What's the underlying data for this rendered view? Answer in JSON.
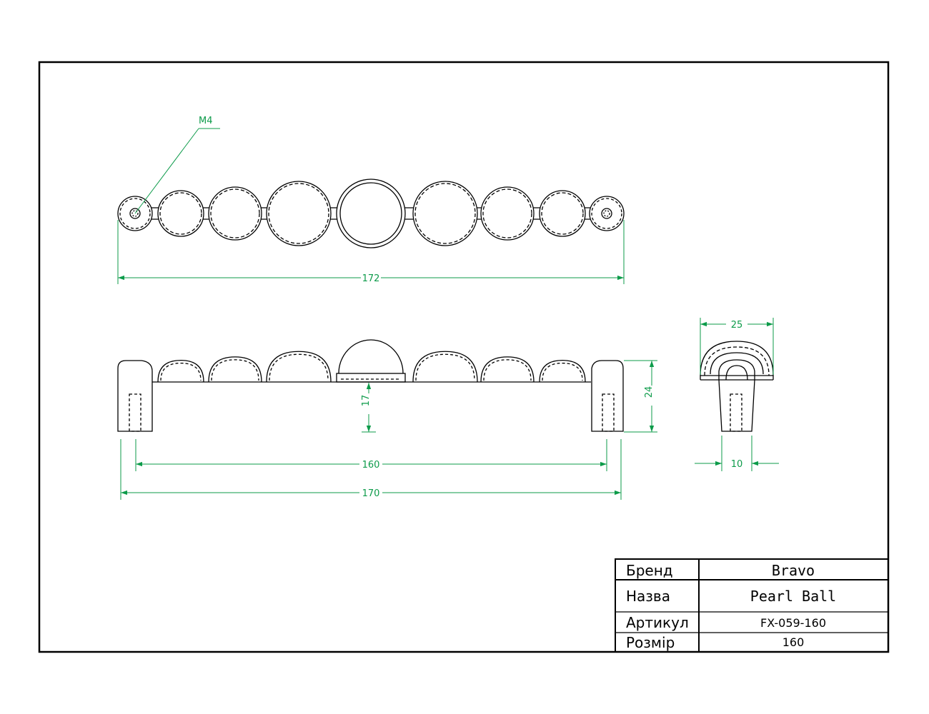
{
  "drawing": {
    "dimensions": {
      "thread": "M4",
      "overall_top": "172",
      "height_side": "24",
      "clearance": "17",
      "center_distance": "160",
      "overall_front": "170",
      "depth": "25",
      "foot_width": "10"
    },
    "title_block": {
      "rows": [
        {
          "label": "Бренд",
          "value": "Bravo"
        },
        {
          "label": "Назва",
          "value": "Pearl Ball"
        },
        {
          "label": "Артикул",
          "value": "FX-059-160"
        },
        {
          "label": "Розмір",
          "value": "160"
        }
      ]
    },
    "colors": {
      "line": "#000000",
      "dimension": "#0d9b4a"
    }
  }
}
